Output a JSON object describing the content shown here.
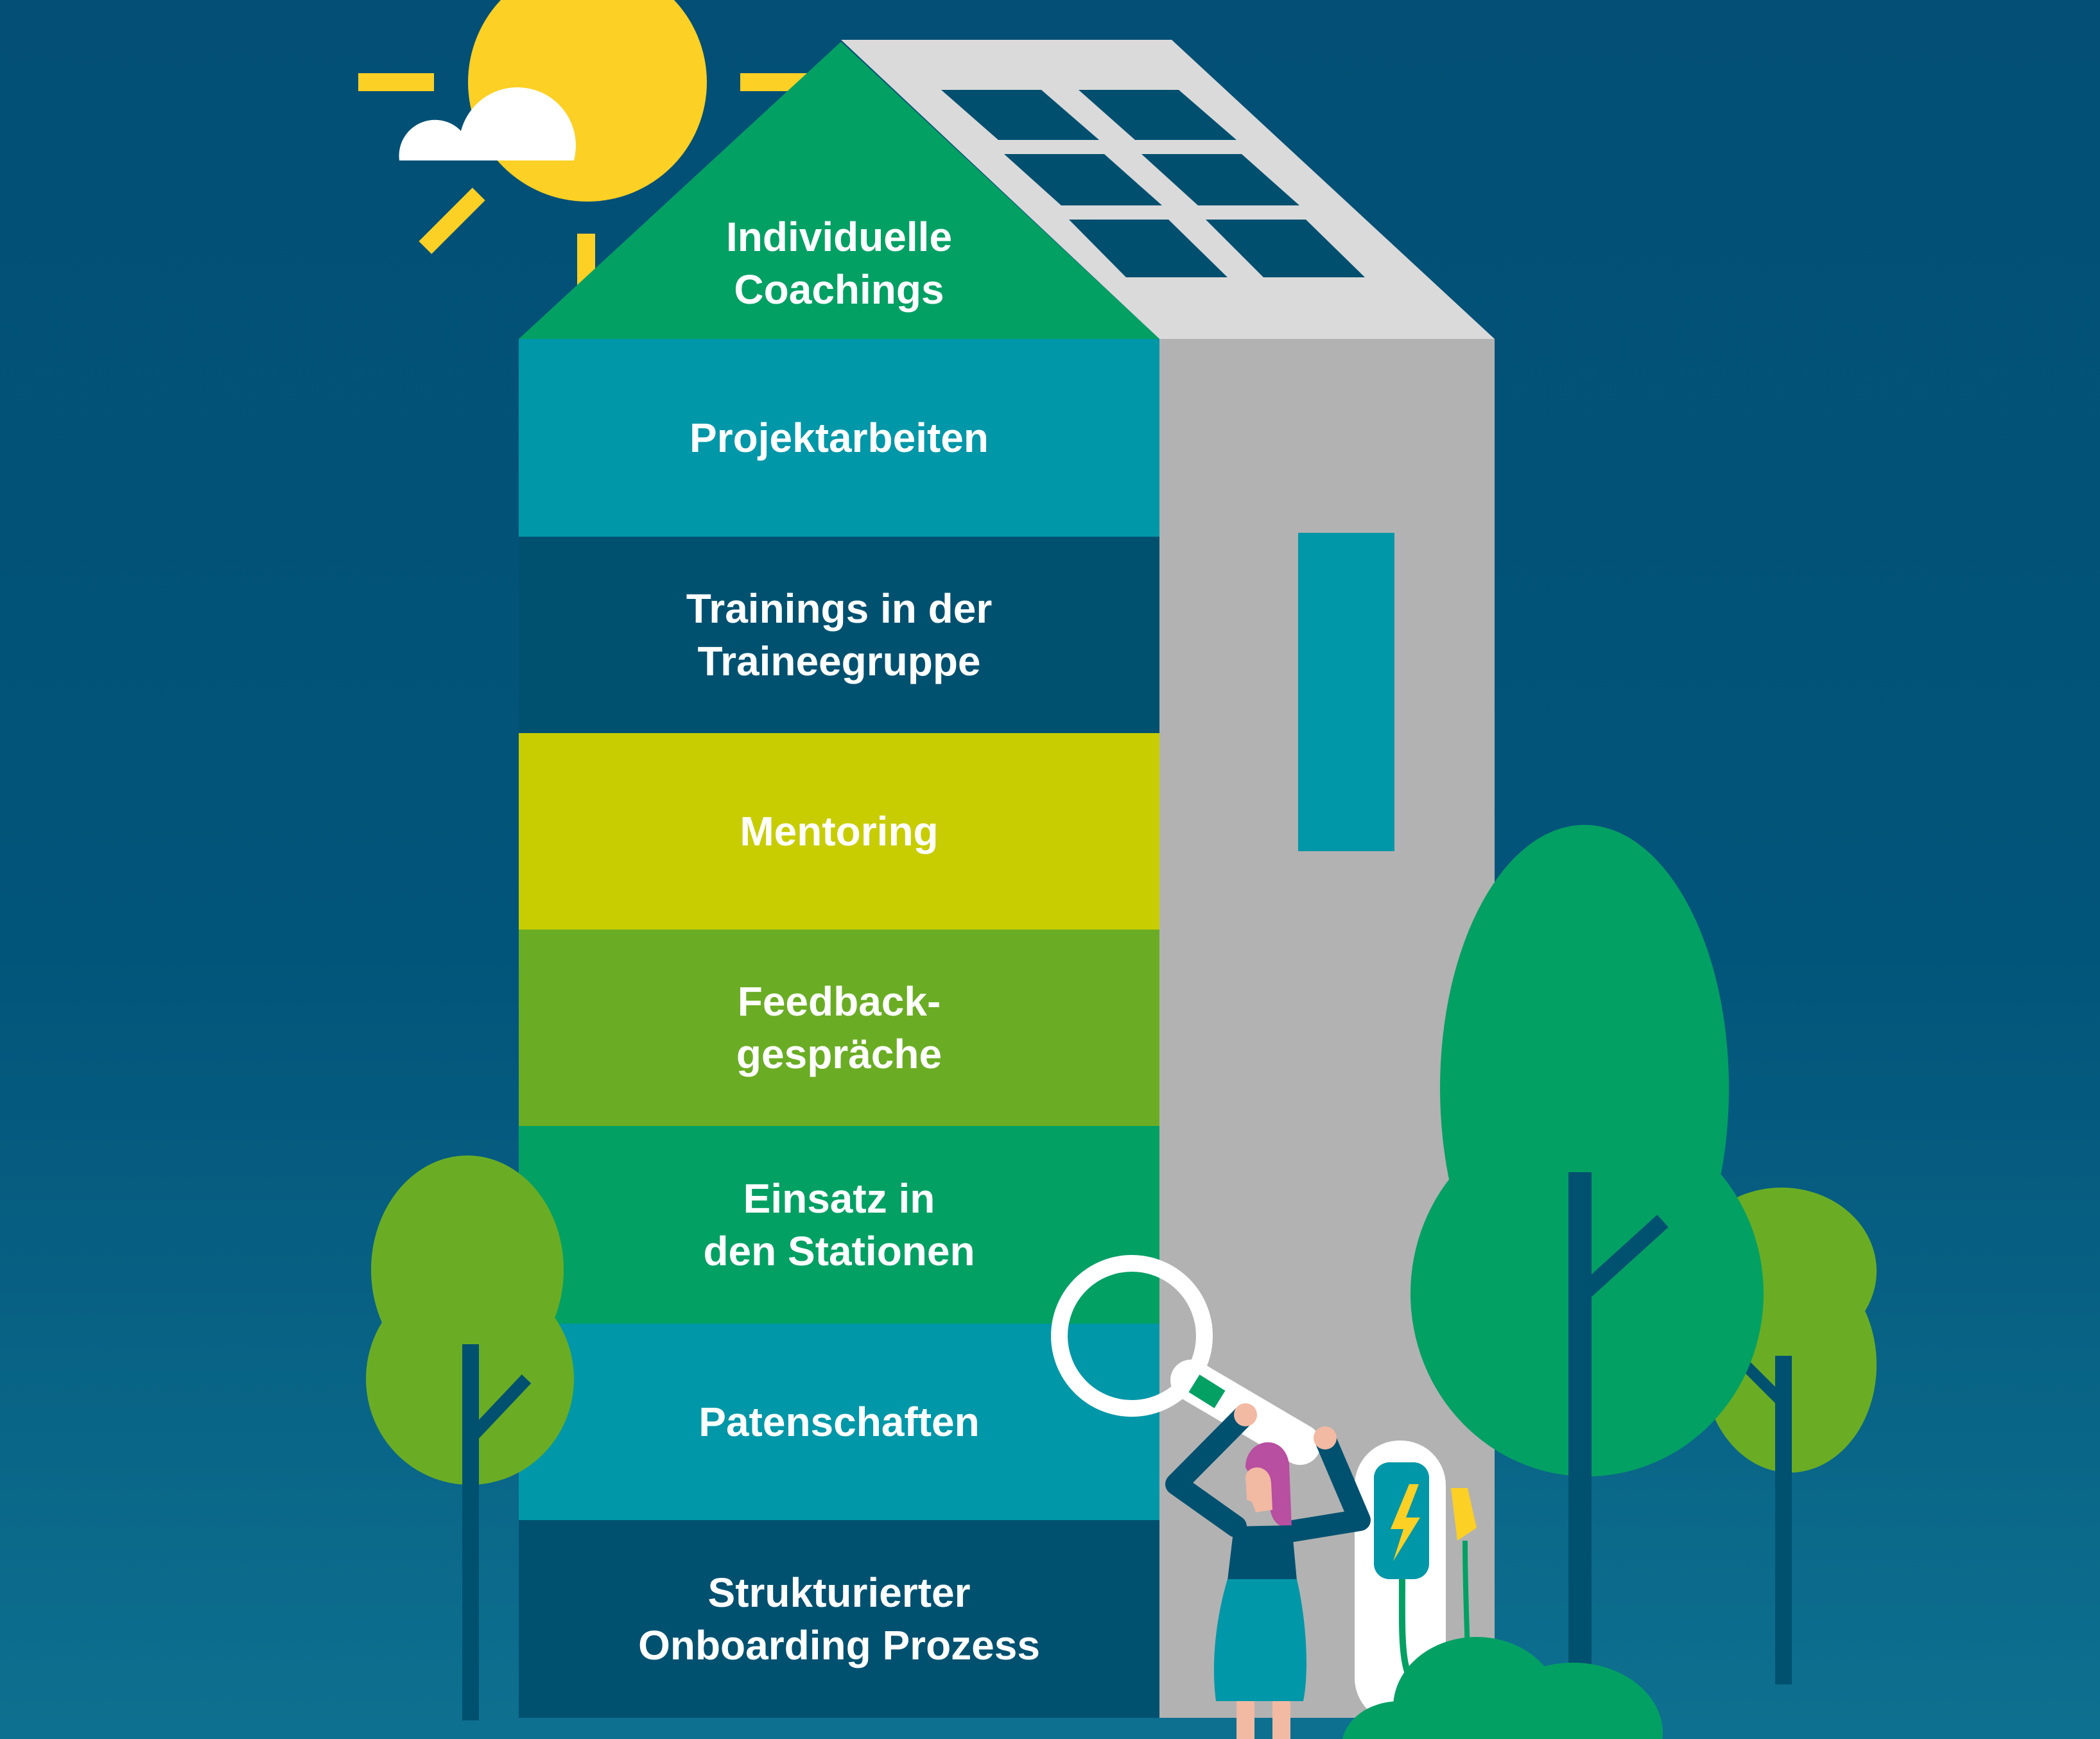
{
  "colors": {
    "background_top": "#034f75",
    "background_bottom": "#0d6e8c",
    "green": "#03a064",
    "teal": "#0097a8",
    "navy": "#005170",
    "lime": "#c7cd00",
    "leaf_green": "#6aad24",
    "sun": "#fcd024",
    "grey_wall": "#b2b2b2",
    "grey_roof": "#dadada",
    "solar_panel": "#004f6f",
    "white": "#ffffff",
    "woman_hair": "#b84fa0",
    "skin": "#f2b9a3"
  },
  "icons": [
    "sun-icon",
    "cloud-icon",
    "solar-panel-icon",
    "tree-icon",
    "magnifier-icon",
    "charging-station-icon",
    "lightning-icon",
    "woman-figure-icon"
  ],
  "house": {
    "roof": {
      "label": "Individuelle\nCoachings",
      "color": "#03a064"
    },
    "floors": [
      {
        "label": "Projektarbeiten",
        "color": "#0097a8"
      },
      {
        "label": "Trainings in der\nTraineegruppe",
        "color": "#005170"
      },
      {
        "label": "Mentoring",
        "color": "#c7cd00"
      },
      {
        "label": "Feedback-\ngespräche",
        "color": "#6aad24"
      },
      {
        "label": "Einsatz in\nden Stationen",
        "color": "#03a064"
      },
      {
        "label": "Patenschaften",
        "color": "#0097a8"
      },
      {
        "label": "Strukturierter\nOnboarding Prozess",
        "color": "#005170"
      }
    ]
  }
}
